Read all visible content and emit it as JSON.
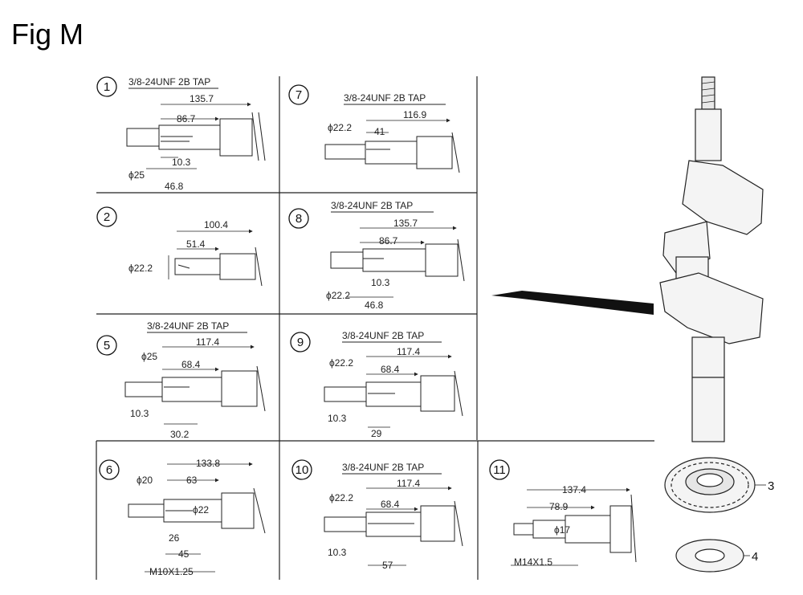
{
  "figure": {
    "title": "Fig M"
  },
  "callouts": {
    "gear": "3",
    "washer": "4"
  },
  "panels": [
    {
      "number": "1",
      "tap": "3/8-24UNF 2B TAP",
      "d1": "135.7",
      "d2": "86.7",
      "d3": "10.3",
      "d4": "ϕ25",
      "d5": "46.8"
    },
    {
      "number": "7",
      "tap": "3/8-24UNF 2B TAP",
      "d1": "116.9",
      "d2": "41",
      "d3": "ϕ22.2"
    },
    {
      "number": "2",
      "d1": "100.4",
      "d2": "51.4",
      "d3": "ϕ22.2"
    },
    {
      "number": "8",
      "tap": "3/8-24UNF 2B TAP",
      "d1": "135.7",
      "d2": "86.7",
      "d3": "10.3",
      "d4": "ϕ22.2",
      "d5": "46.8"
    },
    {
      "number": "5",
      "tap": "3/8-24UNF 2B TAP",
      "d1": "117.4",
      "d2": "68.4",
      "d3": "ϕ25",
      "d4": "10.3",
      "d5": "30.2"
    },
    {
      "number": "9",
      "tap": "3/8-24UNF 2B TAP",
      "d1": "117.4",
      "d2": "68.4",
      "d3": "ϕ22.2",
      "d4": "10.3",
      "d5": "29"
    },
    {
      "number": "6",
      "d1": "133.8",
      "d2": "63",
      "d3": "ϕ20",
      "d4": "ϕ22",
      "d5": "26",
      "d6": "45",
      "thread": "M10X1.25"
    },
    {
      "number": "10",
      "tap": "3/8-24UNF 2B TAP",
      "d1": "117.4",
      "d2": "68.4",
      "d3": "ϕ22.2",
      "d4": "10.3",
      "d5": "57"
    },
    {
      "number": "11",
      "d1": "137.4",
      "d2": "78.9",
      "d3": "ϕ17",
      "thread": "M14X1.5"
    }
  ]
}
